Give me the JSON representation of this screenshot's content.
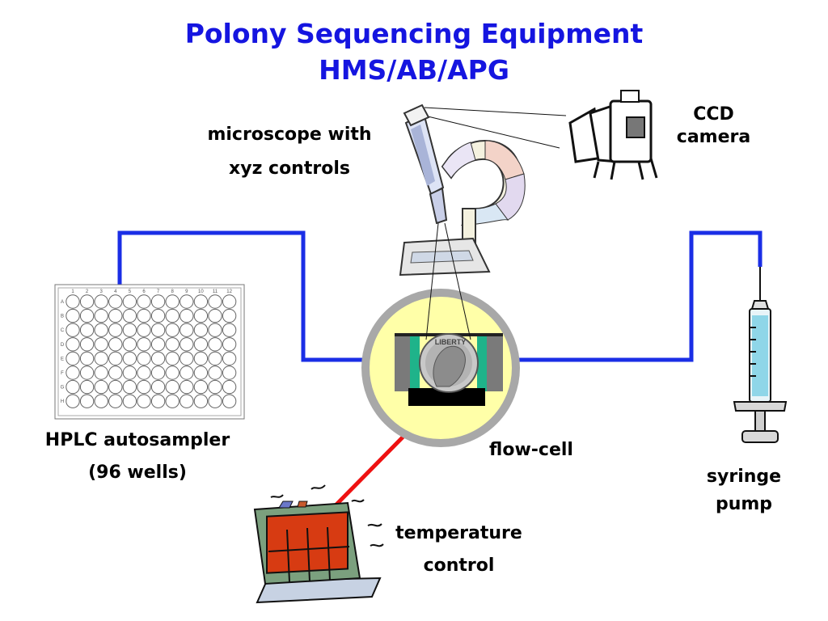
{
  "title": {
    "line1": "Polony Sequencing Equipment",
    "line2": "HMS/AB/APG"
  },
  "labels": {
    "microscope_line1": "microscope with",
    "microscope_line2": "xyz controls",
    "camera_line1": "CCD",
    "camera_line2": "camera",
    "autosampler_line1": "HPLC autosampler",
    "autosampler_line2": "(96 wells)",
    "flowcell": "flow-cell",
    "syringe_line1": "syringe",
    "syringe_line2": "pump",
    "temperature_line1": "temperature",
    "temperature_line2": "control"
  },
  "plate": {
    "columns": [
      "1",
      "2",
      "3",
      "4",
      "5",
      "6",
      "7",
      "8",
      "9",
      "10",
      "11",
      "12"
    ],
    "rows": [
      "A",
      "B",
      "C",
      "D",
      "E",
      "F",
      "G",
      "H"
    ]
  },
  "coin": {
    "text": "LIBERTY"
  },
  "colors": {
    "title": "#1515e0",
    "tubing": "#1a2ee6",
    "heater_line": "#ee1111",
    "flowcell_fill": "#ffffa8",
    "flowcell_ring": "#a8a8a8",
    "chamber_green": "#1fb38a",
    "syringe_fluid": "#8fd6e8"
  }
}
